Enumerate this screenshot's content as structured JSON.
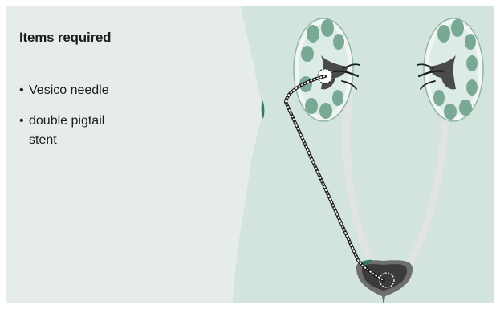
{
  "heading": "Items required",
  "items": [
    {
      "label": "Vesico needle"
    },
    {
      "label": "double pigtail stent"
    }
  ],
  "bullet_glyph": "•",
  "colors": {
    "skin_light": "#e6ecea",
    "body_background": "#d3e4dd",
    "kidney_pale": "#dcebe5",
    "kidney_green": "#79a995",
    "kidney_dark": "#1d1d1b",
    "ureter": "#e2e4e3",
    "bladder": "#4a4a49",
    "puncture_mark": "#2f7b5c"
  }
}
